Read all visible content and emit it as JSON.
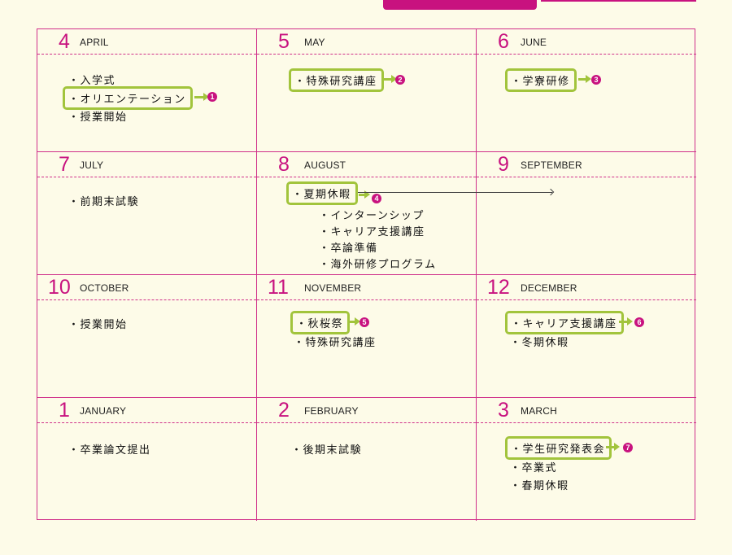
{
  "months": [
    {
      "num": "4",
      "name": "APRIL"
    },
    {
      "num": "5",
      "name": "MAY"
    },
    {
      "num": "6",
      "name": "JUNE"
    },
    {
      "num": "7",
      "name": "JULY"
    },
    {
      "num": "8",
      "name": "AUGUST"
    },
    {
      "num": "9",
      "name": "SEPTEMBER"
    },
    {
      "num": "10",
      "name": "OCTOBER"
    },
    {
      "num": "11",
      "name": "NOVEMBER"
    },
    {
      "num": "12",
      "name": "DECEMBER"
    },
    {
      "num": "1",
      "name": "JANUARY"
    },
    {
      "num": "2",
      "name": "FEBRUARY"
    },
    {
      "num": "3",
      "name": "MARCH"
    }
  ],
  "events": {
    "april": [
      "・入学式",
      "・オリエンテーション",
      "・授業開始"
    ],
    "may": [
      "・特殊研究講座"
    ],
    "june": [
      "・学寮研修"
    ],
    "july": [
      "・前期末試験"
    ],
    "august": [
      "・夏期休暇",
      "・インターンシップ",
      "・キャリア支援講座",
      "・卒論準備",
      "・海外研修プログラム"
    ],
    "october": [
      "・授業開始"
    ],
    "november": [
      "・秋桜祭",
      "・特殊研究講座"
    ],
    "december": [
      "・キャリア支援講座",
      "・冬期休暇"
    ],
    "january": [
      "・卒業論文提出"
    ],
    "february": [
      "・後期末試験"
    ],
    "march": [
      "・学生研究発表会",
      "・卒業式",
      "・春期休暇"
    ]
  },
  "badges": [
    "1",
    "2",
    "3",
    "4",
    "5",
    "6",
    "7"
  ],
  "colors": {
    "accent": "#c8127f",
    "highlight": "#a2c43c",
    "background": "#fdfbe8"
  }
}
